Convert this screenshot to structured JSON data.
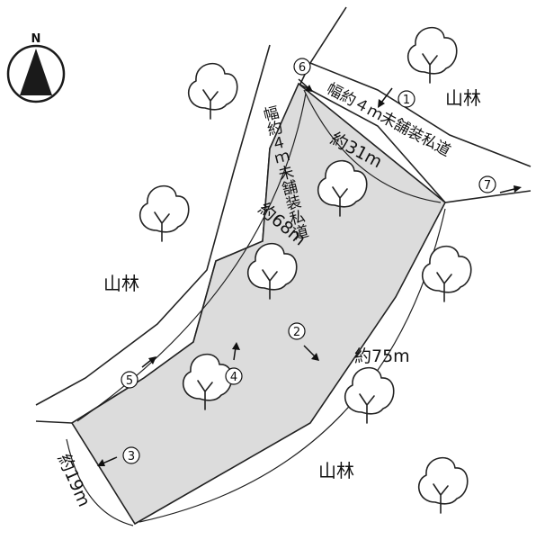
{
  "compass": {
    "letter": "N"
  },
  "forest_labels": [
    "山林",
    "山林",
    "山林"
  ],
  "road_labels": {
    "top": "幅約４ｍ未舗装私道",
    "left": "幅約４ｍ未舗装私道"
  },
  "measurements": {
    "top_edge": "約31m",
    "left_edge": "約68m",
    "right_edge": "約75m",
    "bottom_edge": "約19m"
  },
  "viewpoints": [
    "1",
    "2",
    "3",
    "4",
    "5",
    "6",
    "7"
  ],
  "colors": {
    "parcel_fill": "#dcdcdc",
    "line": "#222222",
    "compass": "#1a1a1a"
  }
}
